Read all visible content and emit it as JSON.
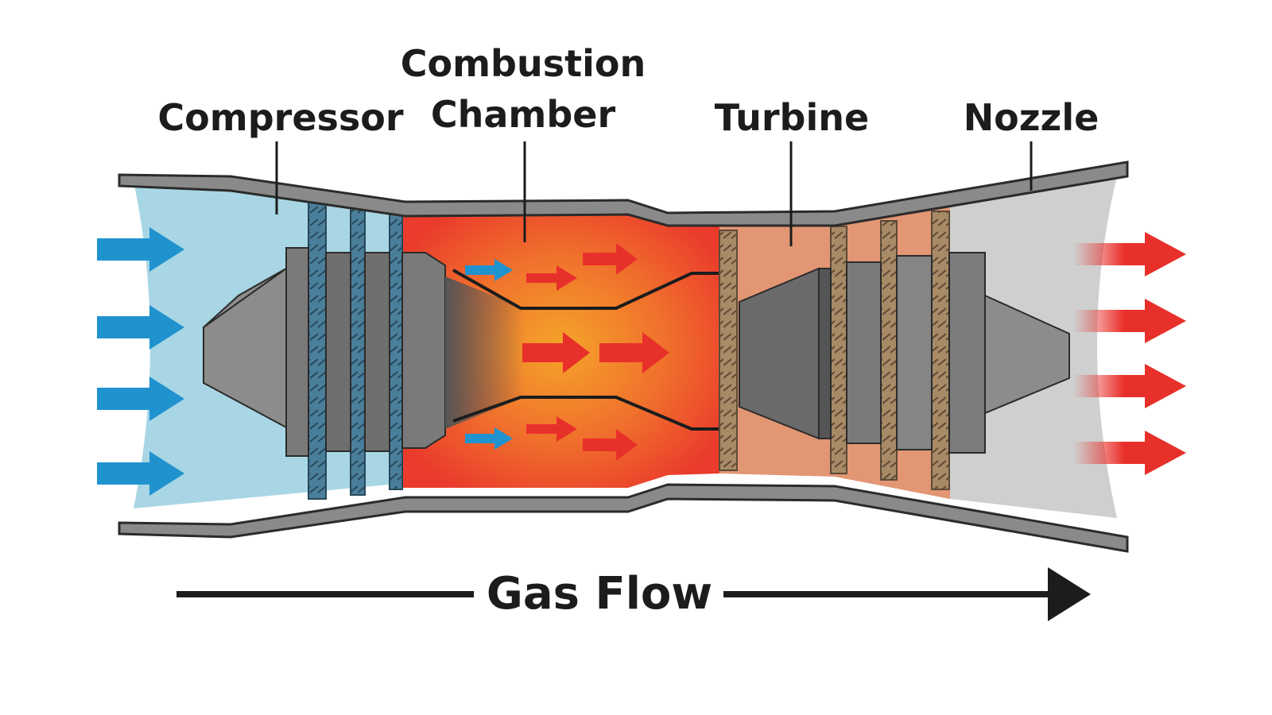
{
  "labels": {
    "compressor": "Compressor",
    "combustion_line1": "Combustion",
    "combustion_line2": "Chamber",
    "turbine": "Turbine",
    "nozzle": "Nozzle",
    "gas_flow": "Gas Flow"
  },
  "colors": {
    "intake_air": "#a9d6e5",
    "inlet_arrow": "#2093cf",
    "combustion_outer": "#ea3b2c",
    "combustion_core": "#f5a42a",
    "turbine_section": "#e29674",
    "turbine_blade": "#a88a66",
    "compressor_blade": "#4a7f9b",
    "nozzle_section": "#cfcfcf",
    "casing": "#8a8a8a",
    "shaft": "#6a6a6a",
    "exhaust_arrow": "#e8302a",
    "line": "#1c1c1c"
  },
  "icons": {
    "inlet_arrows": "arrow-right-icon",
    "exhaust_arrows": "arrow-right-icon",
    "gas_flow_arrow": "long-arrow-right-icon"
  }
}
